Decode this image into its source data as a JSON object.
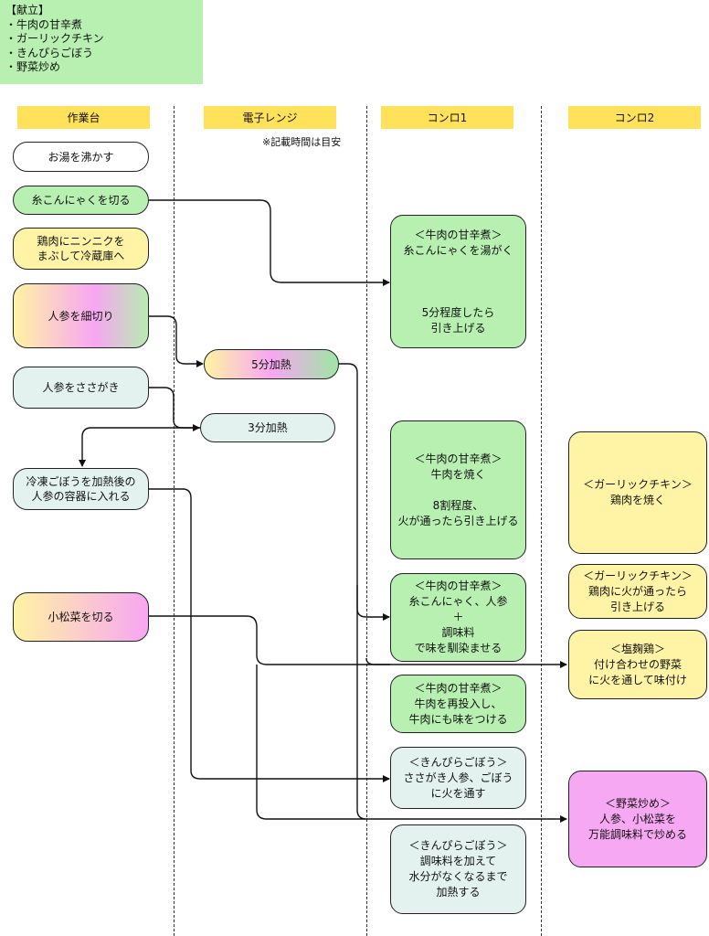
{
  "menu": {
    "title": "【献立】",
    "items": [
      "・牛肉の甘辛煮",
      "・ガーリックチキン",
      "・きんぴらごぼう",
      "・野菜炒め"
    ]
  },
  "columns": [
    "作業台",
    "電子レンジ",
    "コンロ1",
    "コンロ2"
  ],
  "note": "※記載時間は目安",
  "steps": {
    "boil_water": "お湯を沸かす",
    "cut_konnyaku": "糸こんにゃくを切る",
    "chicken_garlic": "鶏肉にニンニクを\nまぶして冷蔵庫へ",
    "cut_carrot": "人参を細切り",
    "shave_carrot": "人参をささがき",
    "frozen_gobo": "冷凍ごぼうを加熱後の\n人参の容器に入れる",
    "cut_komatsuna": "小松菜を切る",
    "mw_5min": "5分加熱",
    "mw_3min": "3分加熱",
    "k1_boil_konnyaku": "＜牛肉の甘辛煮＞\n糸こんにゃくを湯がく\n\n\n\n5分程度したら\n引き上げる",
    "k1_grill_beef": "＜牛肉の甘辛煮＞\n牛肉を焼く\n\n8割程度、\n火が通ったら引き上げる",
    "k1_season": "＜牛肉の甘辛煮＞\n糸こんにゃく、人参\n＋\n調味料\nで味を馴染ませる",
    "k1_reinsert": "＜牛肉の甘辛煮＞\n牛肉を再投入し、\n牛肉にも味をつける",
    "k1_kinpira_cook": "＜きんぴらごぼう＞\nささがき人参、ごぼう\nに火を通す",
    "k1_kinpira_season": "＜きんぴらごぼう＞\n調味料を加えて\n水分がなくなるまで\n加熱する",
    "k2_grill_chicken": "＜ガーリックチキン＞\n鶏肉を焼く",
    "k2_chicken_done": "＜ガーリックチキン＞\n鶏肉に火が通ったら\n引き上げる",
    "k2_salt_koji": "＜塩麹鶏＞\n付け合わせの野菜\nに火を通して味付け",
    "k2_stirfry": "＜野菜炒め＞\n人参、小松菜を\n万能調味料で炒める"
  }
}
